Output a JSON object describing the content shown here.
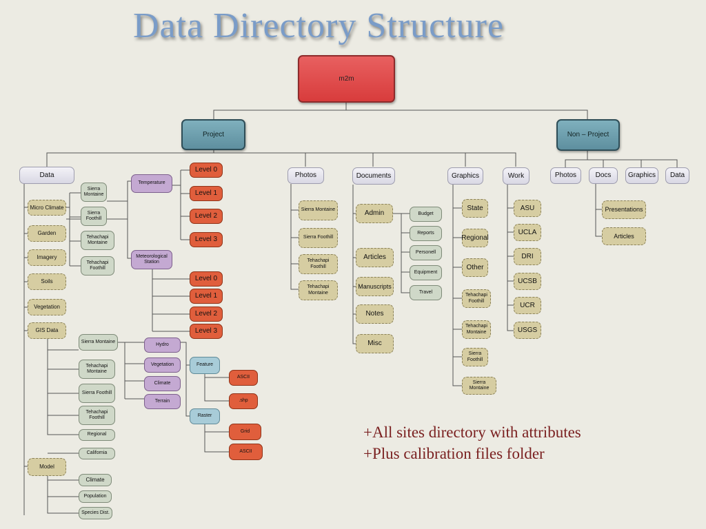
{
  "title": "Data Directory Structure",
  "nodes": {
    "m2m": "m2m",
    "project": "Project",
    "non_project": "Non – Project",
    "data": "Data",
    "micro_climate": "Micro Climate",
    "garden": "Garden",
    "imagery": "Imagery",
    "soils": "Soils",
    "vegetation": "Vegetation",
    "gis_data": "GIS Data",
    "model": "Model",
    "mc_sierra_montaine": "Sierra Montaine",
    "mc_sierra_foothill": "Sierra Foothill",
    "mc_tehachapi_montaine": "Tehachapi Montaine",
    "mc_tehachapi_foothill": "Tehachapi Foothill",
    "temperature": "Temperature",
    "met_station": "Meteorological Station",
    "temp_level_0": "Level 0",
    "temp_level_1": "Level 1",
    "temp_level_2": "Level 2",
    "temp_level_3": "Level 3",
    "met_level_0": "Level 0",
    "met_level_1": "Level 1",
    "met_level_2": "Level 2",
    "met_level_3": "Level 3",
    "gis_sierra_montaine": "Sierra Montaine",
    "gis_tehachapi_montaine": "Tehachapi Montaine",
    "gis_sierra_foothill": "Sierra Foothill",
    "gis_tehachapi_foothill": "Tehachapi Foothill",
    "gis_regional": "Regional",
    "gis_california": "California",
    "hydro": "Hydro",
    "gis_vegetation": "Vegetation",
    "gis_climate": "Climate",
    "terrain": "Terrain",
    "feature": "Feature",
    "raster": "Raster",
    "feature_ascii": "ASCII",
    "feature_shp": ".shp",
    "raster_grid": "Grid",
    "raster_ascii": "ASCII",
    "model_climate": "Climate",
    "model_population": "Population",
    "model_species": "Species Dist.",
    "photos": "Photos",
    "ph_sierra_montaine": "Sierra Montaine",
    "ph_sierra_foothill": "Sierra Foothill",
    "ph_tehachapi_foothill": "Tehachapi Foothill",
    "ph_tehachapi_montaine": "Tehachapi Montaine",
    "documents": "Documents",
    "admin": "Admin",
    "budget": "Budget",
    "reports": "Reports",
    "personell": "Personell",
    "equipment": "Equipment",
    "travel": "Travel",
    "articles": "Articles",
    "manuscripts": "Manuscripts",
    "notes": "Notes",
    "misc": "Misc",
    "graphics": "Graphics",
    "state": "State",
    "regional": "Regional",
    "other": "Other",
    "gr_tehachapi_foothill": "Tehachapi Foothill",
    "gr_tehachapi_montaine": "Tehachapi Montaine",
    "gr_sierra_foothill": "Sierra Foothill",
    "gr_sierra_montaine": "Sierra Montaine",
    "work": "Work",
    "asu": "ASU",
    "ucla": "UCLA",
    "dri": "DRI",
    "ucsb": "UCSB",
    "ucr": "UCR",
    "usgs": "USGS",
    "np_photos": "Photos",
    "np_docs": "Docs",
    "np_graphics": "Graphics",
    "np_data": "Data",
    "presentations": "Presentations",
    "np_articles": "Articles"
  },
  "notes": [
    "+All sites directory with attributes",
    "+Plus calibration files folder"
  ]
}
